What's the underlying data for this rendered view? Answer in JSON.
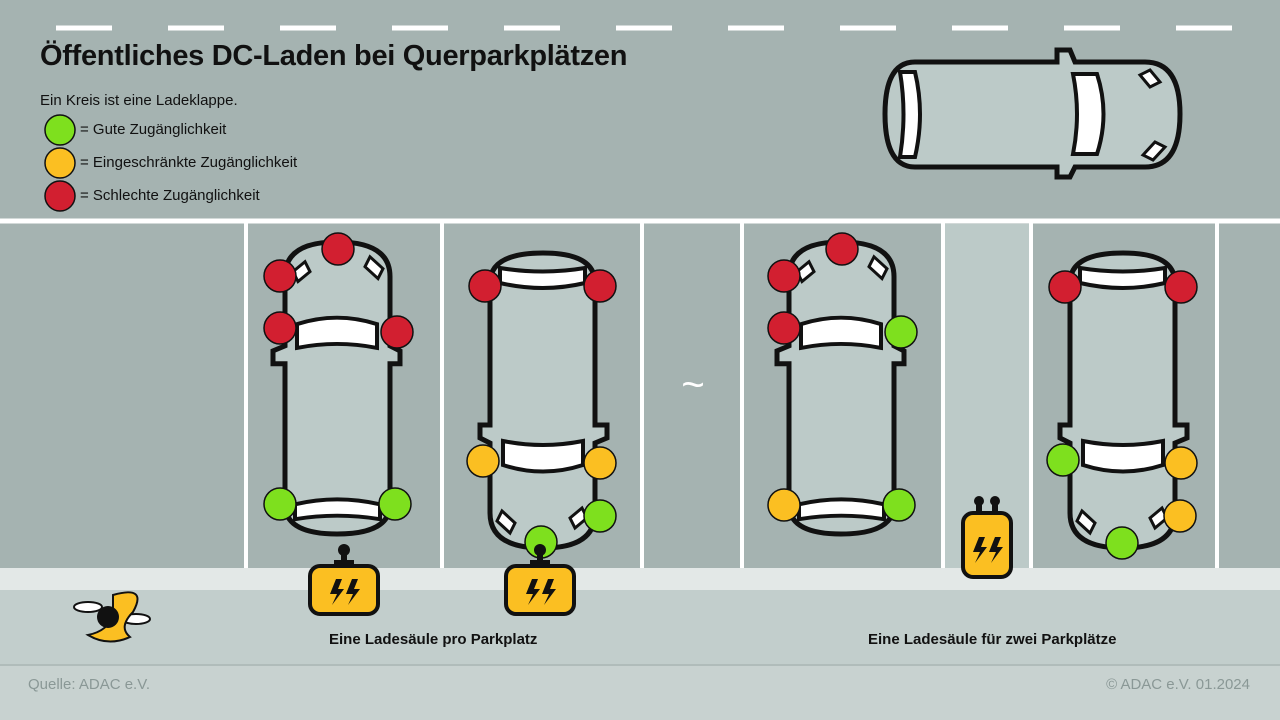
{
  "title": "Öffentliches DC-Laden bei Querparkplätzen",
  "legend": {
    "intro": "Ein Kreis ist eine Ladeklappe.",
    "items": [
      {
        "label": "= Gute Zugänglichkeit",
        "color": "#7ee01e"
      },
      {
        "label": "= Eingeschränkte Zugänglichkeit",
        "color": "#fbbf22"
      },
      {
        "label": "= Schlechte Zugänglichkeit",
        "color": "#d21f30"
      }
    ]
  },
  "colors": {
    "G": "#7ee01e",
    "Y": "#fbbf22",
    "R": "#d21f30",
    "charger": "#fbbf22"
  },
  "cars": [
    {
      "orientation": "front-up",
      "flaps": [
        "R",
        "R",
        "R",
        "R",
        "G",
        "G"
      ]
    },
    {
      "orientation": "front-down",
      "flaps": [
        "R",
        "R",
        "Y",
        "Y",
        "G",
        "G"
      ]
    },
    {
      "orientation": "front-up",
      "flaps": [
        "R",
        "R",
        "R",
        "G",
        "Y",
        "G"
      ]
    },
    {
      "orientation": "front-down",
      "flaps": [
        "R",
        "R",
        "G",
        "Y",
        "Y",
        "G"
      ]
    }
  ],
  "separator": "~",
  "captions": {
    "left": "Eine Ladesäule pro Parkplatz",
    "right": "Eine Ladesäule für zwei Parkplätze"
  },
  "footer": {
    "source": "Quelle: ADAC e.V.",
    "copyright": "© ADAC e.V. 01.2024"
  }
}
